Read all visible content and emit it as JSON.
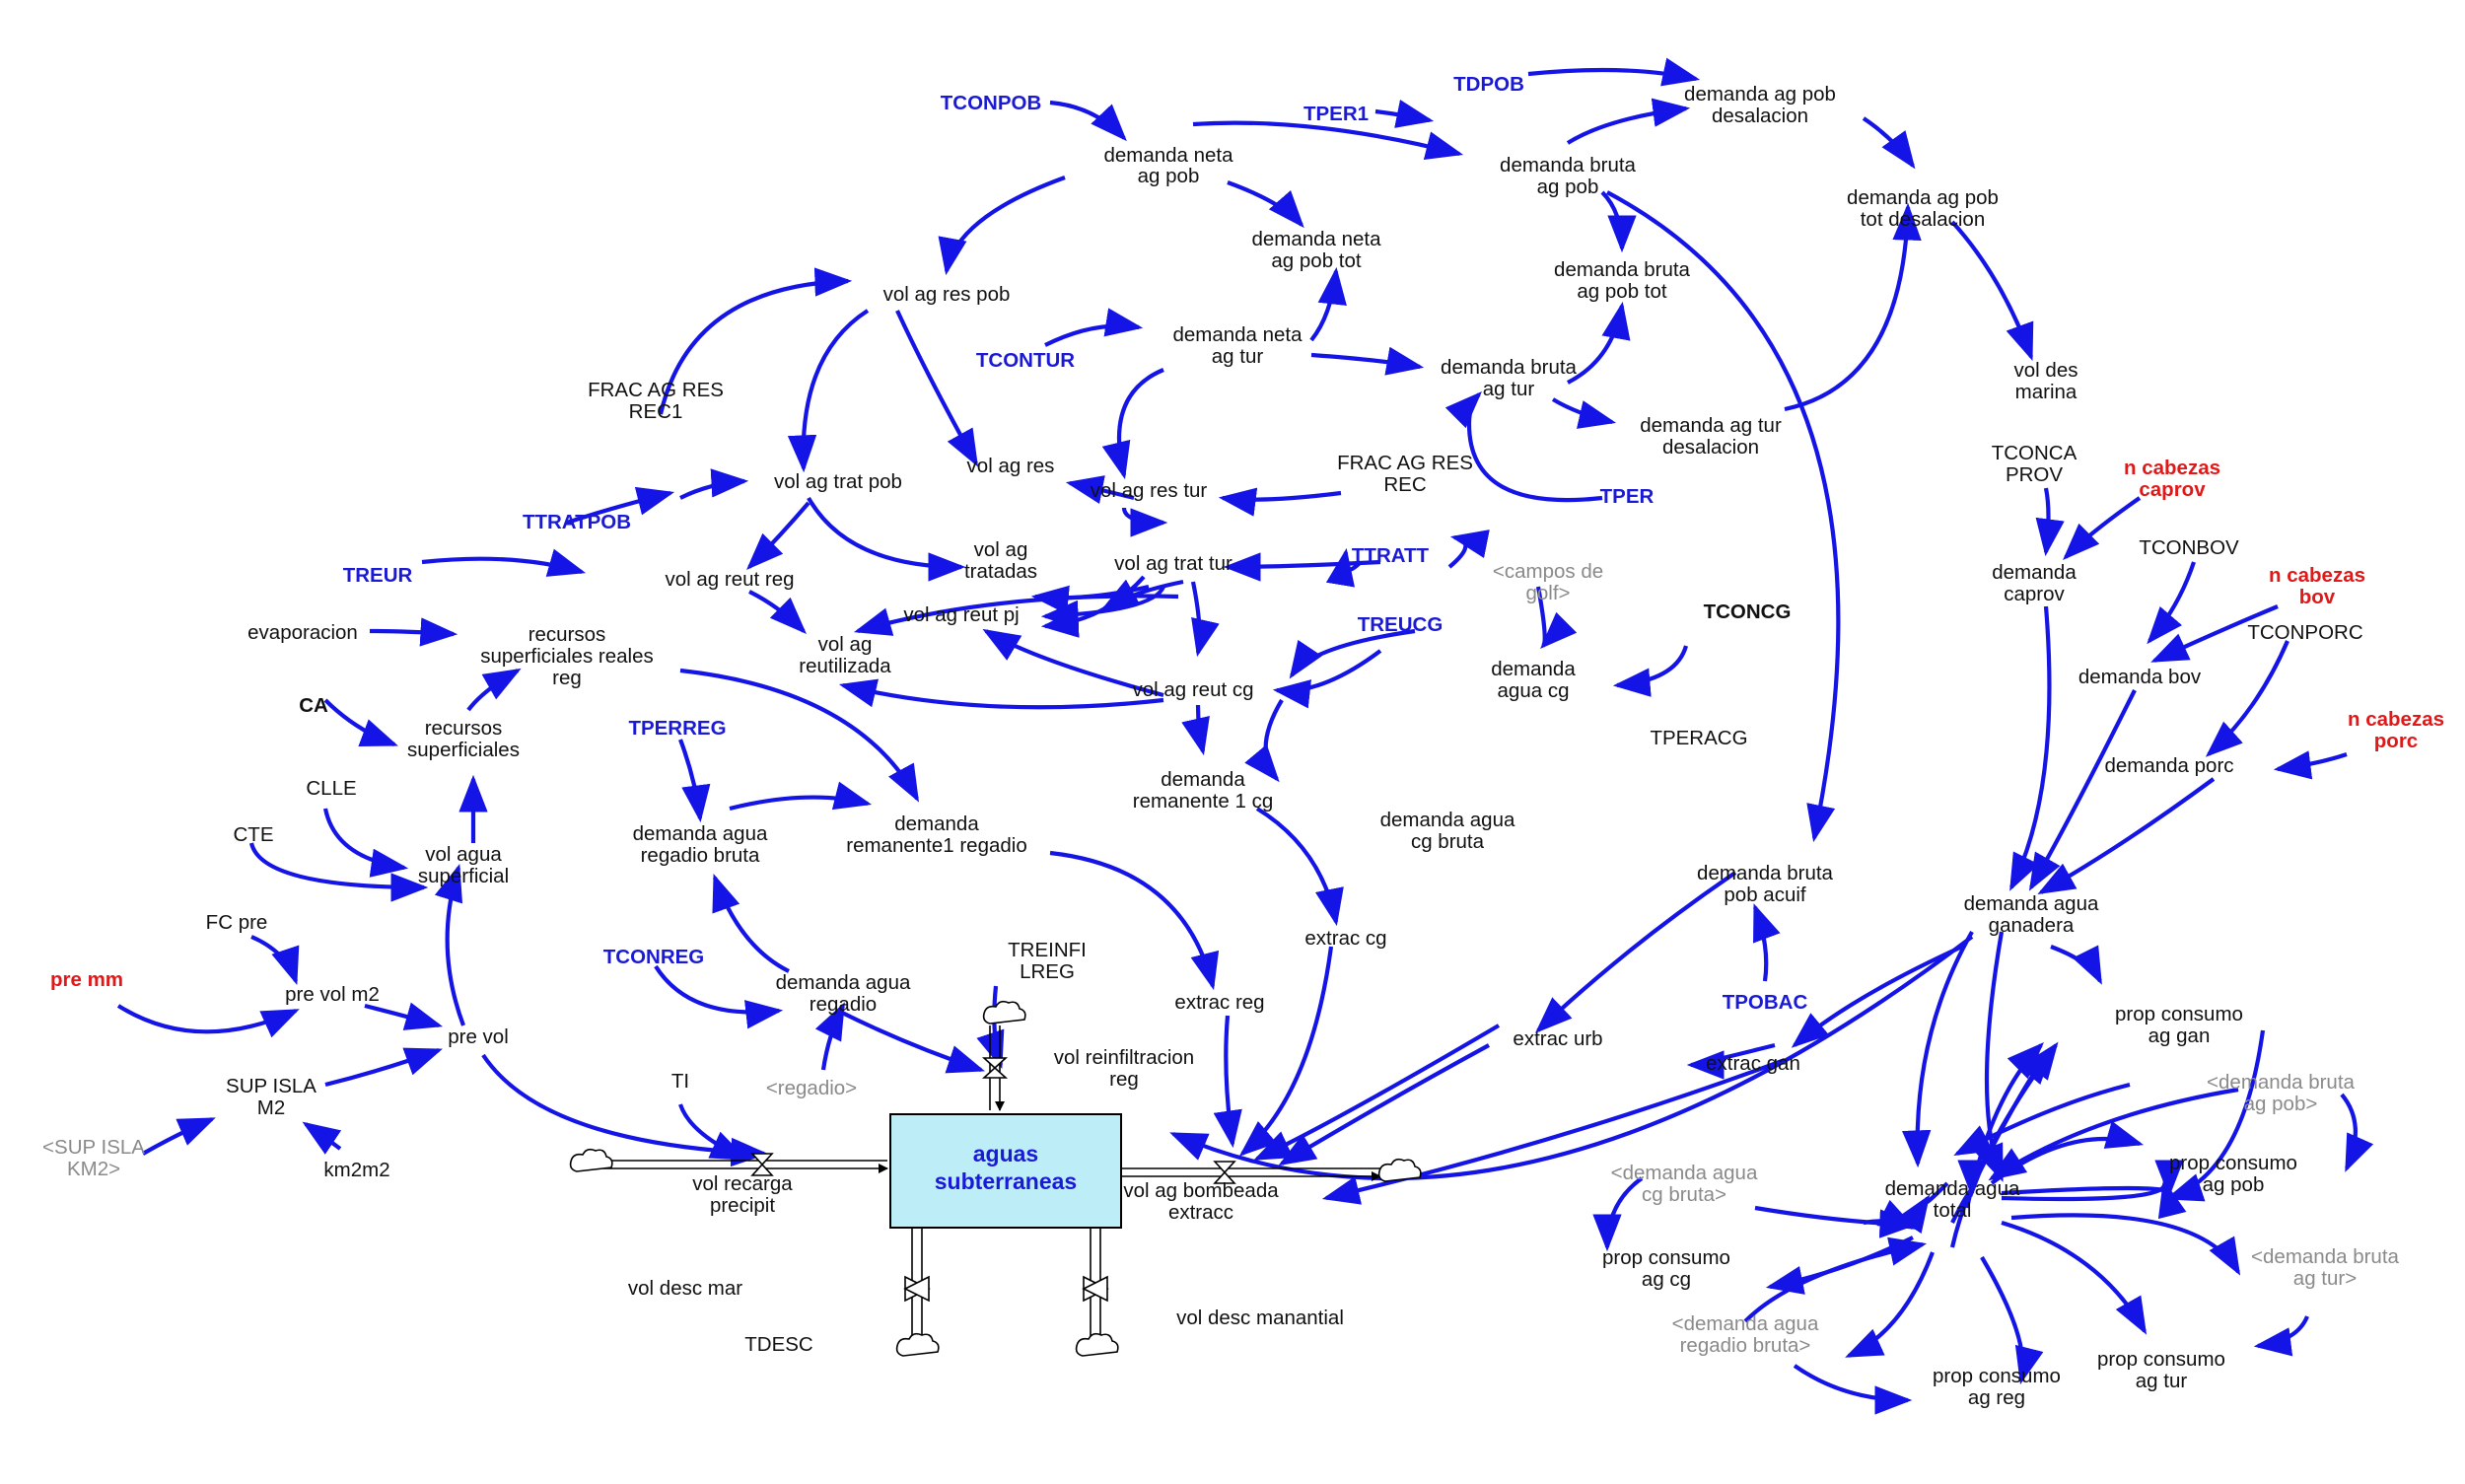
{
  "diagram": {
    "stock": {
      "line1": "aguas",
      "line2": "subterraneas"
    },
    "labels": {
      "tconpob": "TCONPOB",
      "tper1": "TPER1",
      "tdpob": "TDPOB",
      "demanda_neta_ag_pob": [
        "demanda neta",
        "ag pob"
      ],
      "demanda_bruta_ag_pob": [
        "demanda bruta",
        "ag pob"
      ],
      "demanda_ag_pob_desalacion": [
        "demanda ag pob",
        "desalacion"
      ],
      "demanda_ag_pob_tot_desalacion": [
        "demanda ag pob",
        "tot desalacion"
      ],
      "demanda_neta_ag_pob_tot": [
        "demanda neta",
        "ag pob tot"
      ],
      "demanda_bruta_ag_pob_tot": [
        "demanda bruta",
        "ag pob tot"
      ],
      "vol_ag_res_pob": "vol ag res pob",
      "tcontur": "TCONTUR",
      "demanda_neta_ag_tur": [
        "demanda neta",
        "ag tur"
      ],
      "demanda_bruta_ag_tur": [
        "demanda bruta",
        "ag tur"
      ],
      "demanda_ag_tur_desalacion": [
        "demanda ag tur",
        "desalacion"
      ],
      "vol_des_marina": [
        "vol des",
        "marina"
      ],
      "frac_ag_res_rec1": [
        "FRAC AG RES",
        "REC1"
      ],
      "vol_ag_res": "vol ag res",
      "frac_ag_res_rec": [
        "FRAC AG RES",
        "REC"
      ],
      "tper": "TPER",
      "vol_ag_trat_pob": "vol ag trat pob",
      "ttratpob": "TTRATPOB",
      "vol_ag_res_tur": "vol ag res tur",
      "vol_ag_tratadas": [
        "vol ag",
        "tratadas"
      ],
      "vol_ag_trat_tur": "vol ag trat tur",
      "ttratt": "TTRATT",
      "treur": "TREUR",
      "vol_ag_reut_reg": "vol ag reut reg",
      "vol_ag_reut_pj": "vol ag reut pj",
      "evaporacion": "evaporacion",
      "recursos_superficiales_reales_reg": [
        "recursos",
        "superficiales reales",
        "reg"
      ],
      "vol_ag_reutilizada": [
        "vol ag",
        "reutilizada"
      ],
      "treucg": "TREUCG",
      "vol_ag_reut_cg": "vol ag reut cg",
      "campos_de_golf": [
        "<campos de",
        "golf>"
      ],
      "tconcg": "TCONCG",
      "demanda_agua_cg": [
        "demanda",
        "agua cg"
      ],
      "tconca_prov": [
        "TCONCA",
        "PROV"
      ],
      "n_cabezas_caprov": [
        "n cabezas",
        "caprov"
      ],
      "demanda_caprov": [
        "demanda",
        "caprov"
      ],
      "tconbov": "TCONBOV",
      "n_cabezas_bov": [
        "n cabezas",
        "bov"
      ],
      "tconporc": "TCONPORC",
      "demanda_bov": "demanda bov",
      "n_cabezas_porc": [
        "n cabezas",
        "porc"
      ],
      "demanda_porc": "demanda porc",
      "ca": "CA",
      "recursos_superficiales": [
        "recursos",
        "superficiales"
      ],
      "tperreg": "TPERREG",
      "tperacg": "TPERACG",
      "clle": "CLLE",
      "demanda_agua_regadio_bruta": [
        "demanda agua",
        "regadio bruta"
      ],
      "demanda_remanente1_regadio": [
        "demanda",
        "remanente1 regadio"
      ],
      "demanda_remanente_1_cg": [
        "demanda",
        "remanente 1 cg"
      ],
      "demanda_agua_cg_bruta": [
        "demanda agua",
        "cg bruta"
      ],
      "cte": "CTE",
      "vol_agua_superficial": [
        "vol agua",
        "superficial"
      ],
      "demanda_bruta_pob_acuif": [
        "demanda bruta",
        "pob acuif"
      ],
      "demanda_agua_ganadera": [
        "demanda agua",
        "ganadera"
      ],
      "fc_pre": "FC pre",
      "treinfi_lreg": [
        "TREINFI",
        "LREG"
      ],
      "extrac_cg": "extrac cg",
      "tconreg": "TCONREG",
      "pre_mm": "pre mm",
      "pre_vol_m2": "pre vol m2",
      "demanda_agua_regadio": [
        "demanda agua",
        "regadio"
      ],
      "extrac_reg": "extrac reg",
      "tpobac": "TPOBAC",
      "prop_consumo_ag_gan": [
        "prop consumo",
        "ag gan"
      ],
      "pre_vol": "pre vol",
      "vol_reinfiltracion_reg": [
        "vol reinfiltracion",
        "reg"
      ],
      "extrac_urb": "extrac urb",
      "extrac_gan": "extrac gan",
      "sup_isla_m2": [
        "SUP ISLA",
        "M2"
      ],
      "regadio_shadow": "<regadio>",
      "ti": "TI",
      "demanda_bruta_ag_pob_shadow": [
        "<demanda bruta",
        "ag pob>"
      ],
      "sup_isla_km2": [
        "<SUP ISLA",
        "KM2>"
      ],
      "km2m2": "km2m2",
      "prop_consumo_ag_pob": [
        "prop consumo",
        "ag pob"
      ],
      "vol_recarga_precipit": [
        "vol recarga",
        "precipit"
      ],
      "vol_ag_bombeada_extracc": [
        "vol ag bombeada",
        "extracc"
      ],
      "demanda_agua_cg_bruta_shadow": [
        "<demanda agua",
        "cg bruta>"
      ],
      "demanda_agua_total": [
        "demanda agua",
        "total"
      ],
      "demanda_bruta_ag_tur_shadow": [
        "<demanda bruta",
        "ag tur>"
      ],
      "prop_consumo_ag_cg": [
        "prop consumo",
        "ag cg"
      ],
      "vol_desc_mar": "vol desc mar",
      "vol_desc_manantial": "vol desc manantial",
      "demanda_agua_regadio_bruta_shadow": [
        "<demanda agua",
        "regadio bruta>"
      ],
      "tdesc": "TDESC",
      "prop_consumo_ag_reg": [
        "prop consumo",
        "ag reg"
      ],
      "prop_consumo_ag_tur": [
        "prop consumo",
        "ag tur"
      ]
    }
  }
}
